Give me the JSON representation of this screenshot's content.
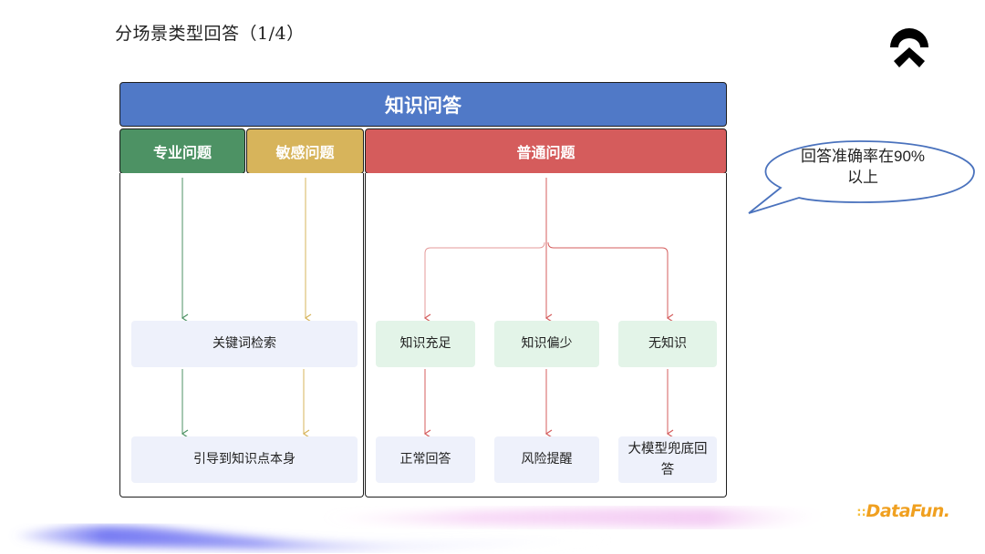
{
  "slide": {
    "title": "分场景类型回答（1/4）",
    "logo": "nio-logo-icon",
    "footer_logo": "DataFun."
  },
  "diagram": {
    "header": "知识问答",
    "categories": [
      {
        "label": "专业问题",
        "color": "#4d9264"
      },
      {
        "label": "敏感问题",
        "color": "#d7b45b"
      },
      {
        "label": "普通问题",
        "color": "#d55c5c"
      }
    ],
    "left_flow": {
      "step1": "关键词检索",
      "step2": "引导到知识点本身"
    },
    "right_flow": {
      "branches": [
        {
          "condition": "知识充足",
          "result": "正常回答"
        },
        {
          "condition": "知识偏少",
          "result": "风险提醒"
        },
        {
          "condition": "无知识",
          "result": "大模型兜底回答"
        }
      ]
    },
    "colors": {
      "header_bg": "#5079c7",
      "node_blue_bg": "#eef1fb",
      "node_green_bg": "#e3f4e8",
      "arrow_green": "#4d9264",
      "arrow_yellow": "#d7b45b",
      "arrow_red": "#d55c5c"
    }
  },
  "callout": {
    "text": "回答准确率在90%以上",
    "line1": "回答准确率在90%",
    "line2": "以上",
    "border_color": "#4a72bd"
  }
}
